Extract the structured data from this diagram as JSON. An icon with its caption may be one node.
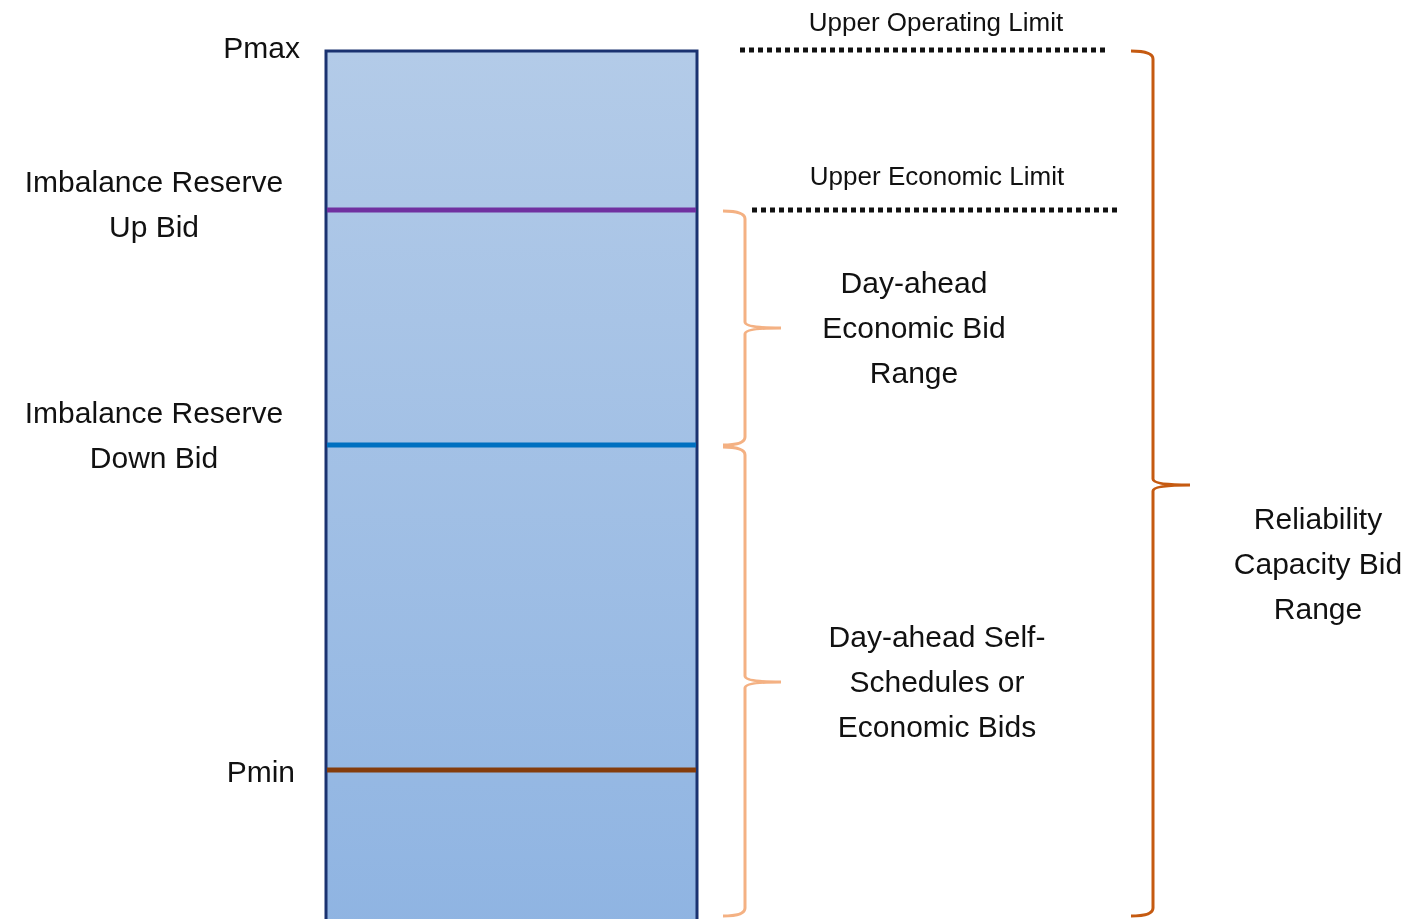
{
  "diagram": {
    "labels": [
      "Upper Operating Limit",
      "Pmax",
      "Imbalance Reserve Up Bid",
      "Upper Economic Limit",
      "Day-ahead Economic Bid Range",
      "Imbalance Reserve Down Bid",
      "Reliability Capacity Bid Range",
      "Day-ahead Self-Schedules or Economic Bids",
      "Pmin"
    ]
  }
}
